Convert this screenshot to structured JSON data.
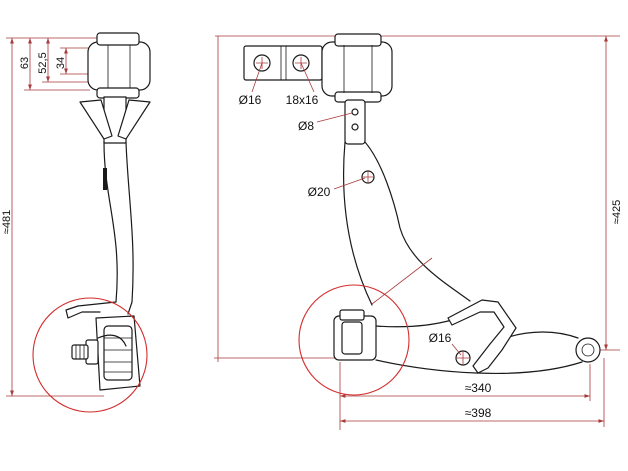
{
  "side_view": {
    "overall_length": "≈481",
    "bushing_dim_outer": "63",
    "bushing_dim_mid": "52,5",
    "bushing_dim_inner": "34"
  },
  "top_view": {
    "bracket_hole_round": "Ø16",
    "bracket_hole_slot": "18x16",
    "small_hole": "Ø8",
    "middle_hole": "Ø20",
    "lower_hole": "Ø16",
    "overall_height": "≈425",
    "span_inner": "≈340",
    "span_outer": "≈398"
  },
  "colors": {
    "background": "#ffffff",
    "part_outline": "#1a1a1a",
    "dimension_line": "#a83a3a",
    "highlight_circle": "#d42c2c"
  }
}
